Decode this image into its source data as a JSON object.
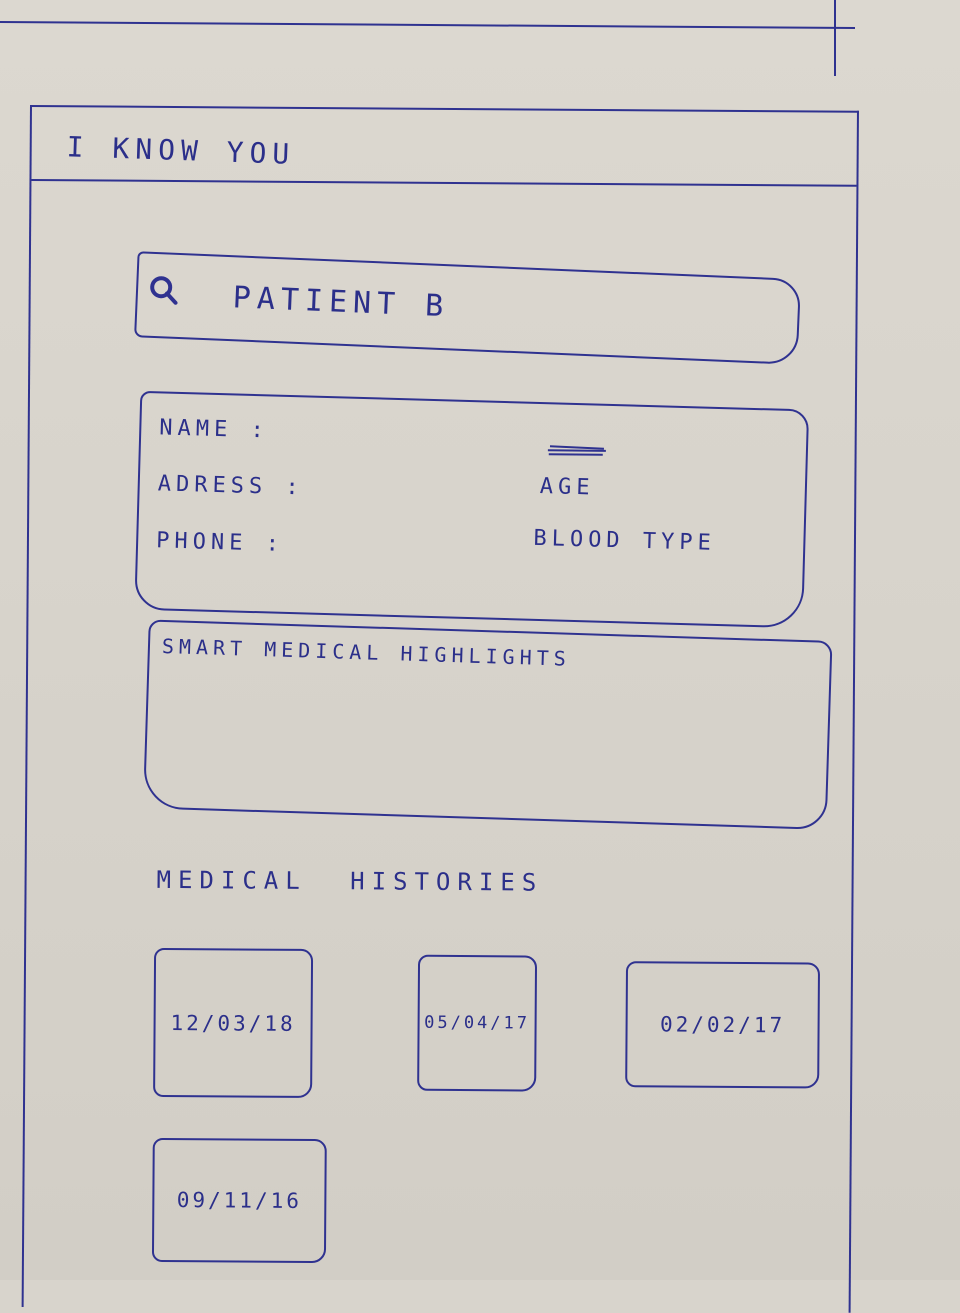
{
  "window": {
    "title": "I know you"
  },
  "search": {
    "value": "Patient B",
    "icon": "search-icon"
  },
  "patient_info": {
    "name_label": "Name :",
    "address_label": "Adress :",
    "phone_label": "Phone :",
    "age_label": "Age",
    "blood_type_label": "Blood type"
  },
  "highlights": {
    "heading": "Smart medical highlights"
  },
  "histories": {
    "title": "Medical histories",
    "items": [
      {
        "date": "12/03/18"
      },
      {
        "date": "05/04/17"
      },
      {
        "date": "02/02/17"
      },
      {
        "date": "09/11/16"
      }
    ]
  },
  "colors": {
    "ink": "#2f3290",
    "paper": "#d8d4cc"
  }
}
